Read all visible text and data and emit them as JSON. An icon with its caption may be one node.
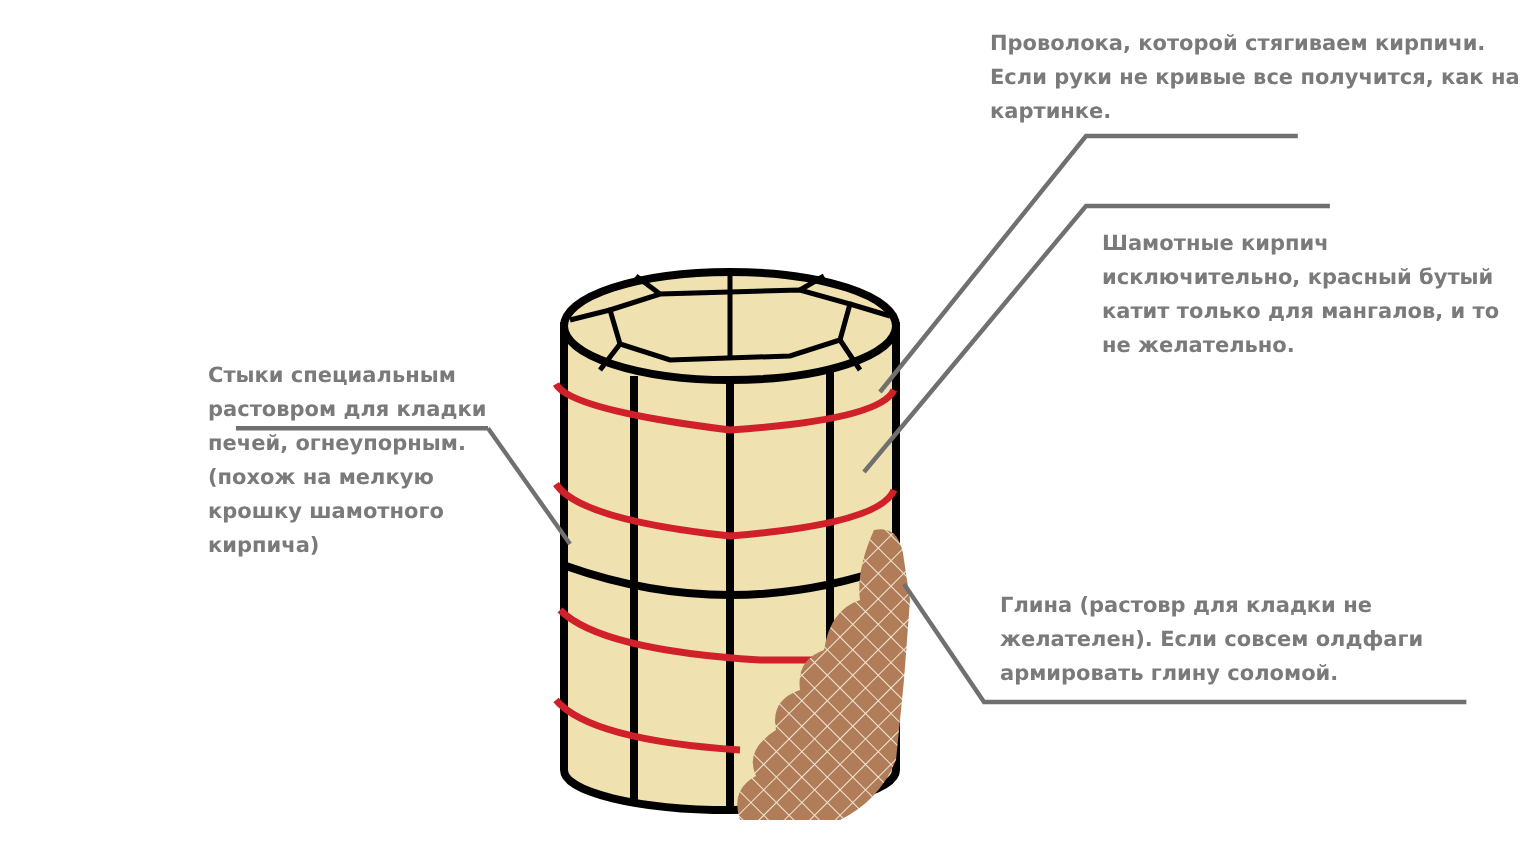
{
  "diagram": {
    "nodes": [
      {
        "text": [
          "Проволока, которой стягиваем кирпичи. Если руки не кривые все получится, как на картинке."
        ]
      },
      {
        "text": [
          "Шамотные кирпич исключительно, красный бутый катит только для мангалов, и то не желательно."
        ]
      },
      {
        "text": [
          "Стыки специальным растовром для кладки печей, огнеупорным. (похож на мелкую крошку шамотного кирпича)"
        ]
      },
      {
        "text": [
          "Глина (растовр для кладки не желателен). Если совсем олдфаги армировать глину соломой."
        ]
      }
    ],
    "edges": [
      {
        "from": 0,
        "to": null,
        "arrow": "none"
      },
      {
        "from": 1,
        "to": null,
        "arrow": "none"
      },
      {
        "from": 2,
        "to": null,
        "arrow": "none"
      },
      {
        "from": 3,
        "to": null,
        "arrow": "none"
      }
    ]
  }
}
